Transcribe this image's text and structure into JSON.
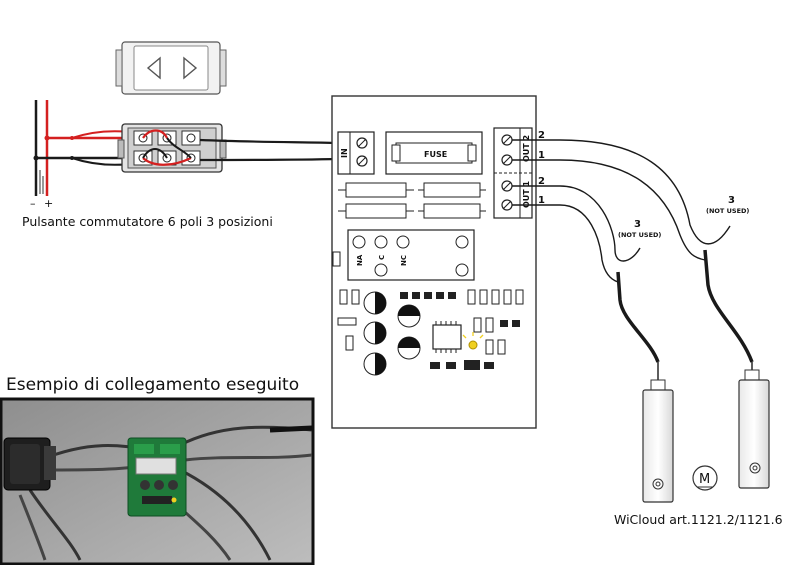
{
  "switch": {
    "caption": "Pulsante commutatore 6 poli 3 posizioni",
    "supply_minus": "–",
    "supply_plus": "+"
  },
  "board": {
    "input_label": "IN",
    "fuse_label": "FUSE",
    "relay_pins": [
      "NA",
      "C",
      "NC"
    ],
    "out2_label": "OUT 2",
    "out1_label": "OUT 1",
    "out2_terminals": [
      "2",
      "1"
    ],
    "out1_terminals": [
      "2",
      "1"
    ]
  },
  "motors": {
    "wire3_label": "3",
    "not_used_label": "(NOT USED)",
    "motor_symbol": "M",
    "caption": "WiCloud art.1121.2/1121.6"
  },
  "photo": {
    "title": "Esempio di collegamento eseguito"
  },
  "colors": {
    "wire_black": "#1a1a1a",
    "wire_red": "#d42020",
    "pcb_green": "#1f7a3a",
    "led_yellow": "#f0d020"
  }
}
